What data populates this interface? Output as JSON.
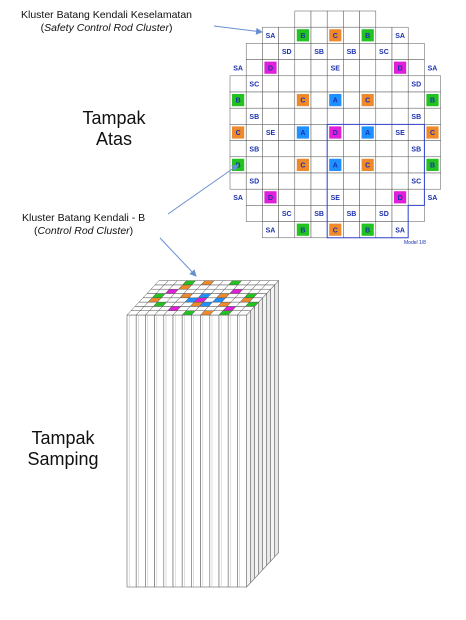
{
  "labels": {
    "safety_cluster_title": "Kluster Batang Kendali Keselamatan",
    "safety_cluster_subtitle": "Safety Control Rod Cluster",
    "control_cluster_title": "Kluster Batang Kendali - B",
    "control_cluster_subtitle": "Control Rod Cluster",
    "top_view_line1": "Tampak",
    "top_view_line2": "Atas",
    "side_view_line1": "Tampak",
    "side_view_line2": "Samping",
    "model_note": "Model 1/8"
  },
  "colors": {
    "A": "#1e90ff",
    "B": "#22c21f",
    "C": "#ef8a2c",
    "D": "#e020d8",
    "code_text": "#1a2fae",
    "grid_line": "#555555",
    "model_box": "#3344cc",
    "arrow": "#6a8fd0"
  },
  "core_map": {
    "row_widths": [
      5,
      9,
      11,
      11,
      13,
      13,
      13,
      13,
      13,
      13,
      13,
      11,
      11,
      9
    ],
    "cells": [
      {
        "r": 0,
        "c": 3,
        "code": "SA"
      },
      {
        "r": 0,
        "c": 5,
        "code": "B",
        "fill": "B"
      },
      {
        "r": 0,
        "c": 7,
        "code": "C",
        "fill": "C"
      },
      {
        "r": 0,
        "c": 9,
        "code": "B",
        "fill": "B"
      },
      {
        "r": 0,
        "c": 11,
        "code": "SA"
      },
      {
        "r": 1,
        "c": 4,
        "code": "SD"
      },
      {
        "r": 1,
        "c": 6,
        "code": "SB"
      },
      {
        "r": 1,
        "c": 8,
        "code": "SB"
      },
      {
        "r": 1,
        "c": 10,
        "code": "SC"
      },
      {
        "r": 2,
        "c": 1,
        "code": "SA"
      },
      {
        "r": 2,
        "c": 3,
        "code": "D",
        "fill": "D"
      },
      {
        "r": 2,
        "c": 7,
        "code": "SE"
      },
      {
        "r": 2,
        "c": 11,
        "code": "D",
        "fill": "D"
      },
      {
        "r": 2,
        "c": 13,
        "code": "SA"
      },
      {
        "r": 3,
        "c": 2,
        "code": "SC"
      },
      {
        "r": 3,
        "c": 12,
        "code": "SD"
      },
      {
        "r": 4,
        "c": 1,
        "code": "B",
        "fill": "B"
      },
      {
        "r": 4,
        "c": 5,
        "code": "C",
        "fill": "C"
      },
      {
        "r": 4,
        "c": 7,
        "code": "A",
        "fill": "A"
      },
      {
        "r": 4,
        "c": 9,
        "code": "C",
        "fill": "C"
      },
      {
        "r": 4,
        "c": 13,
        "code": "B",
        "fill": "B"
      },
      {
        "r": 5,
        "c": 2,
        "code": "SB"
      },
      {
        "r": 5,
        "c": 12,
        "code": "SB"
      },
      {
        "r": 6,
        "c": 1,
        "code": "C",
        "fill": "C"
      },
      {
        "r": 6,
        "c": 3,
        "code": "SE"
      },
      {
        "r": 6,
        "c": 5,
        "code": "A",
        "fill": "A"
      },
      {
        "r": 6,
        "c": 7,
        "code": "D",
        "fill": "D"
      },
      {
        "r": 6,
        "c": 9,
        "code": "A",
        "fill": "A"
      },
      {
        "r": 6,
        "c": 11,
        "code": "SE"
      },
      {
        "r": 6,
        "c": 13,
        "code": "C",
        "fill": "C"
      },
      {
        "r": 7,
        "c": 2,
        "code": "SB"
      },
      {
        "r": 7,
        "c": 12,
        "code": "SB"
      },
      {
        "r": 8,
        "c": 1,
        "code": "B",
        "fill": "B"
      },
      {
        "r": 8,
        "c": 5,
        "code": "C",
        "fill": "C"
      },
      {
        "r": 8,
        "c": 7,
        "code": "A",
        "fill": "A"
      },
      {
        "r": 8,
        "c": 9,
        "code": "C",
        "fill": "C"
      },
      {
        "r": 8,
        "c": 13,
        "code": "B",
        "fill": "B"
      },
      {
        "r": 9,
        "c": 2,
        "code": "SD"
      },
      {
        "r": 9,
        "c": 12,
        "code": "SC"
      },
      {
        "r": 10,
        "c": 1,
        "code": "SA"
      },
      {
        "r": 10,
        "c": 3,
        "code": "D",
        "fill": "D"
      },
      {
        "r": 10,
        "c": 7,
        "code": "SE"
      },
      {
        "r": 10,
        "c": 11,
        "code": "D",
        "fill": "D"
      },
      {
        "r": 10,
        "c": 13,
        "code": "SA"
      },
      {
        "r": 11,
        "c": 4,
        "code": "SC"
      },
      {
        "r": 11,
        "c": 6,
        "code": "SB"
      },
      {
        "r": 11,
        "c": 8,
        "code": "SB"
      },
      {
        "r": 11,
        "c": 10,
        "code": "SD"
      },
      {
        "r": 12,
        "c": 3,
        "code": "SA"
      },
      {
        "r": 12,
        "c": 5,
        "code": "B",
        "fill": "B"
      },
      {
        "r": 12,
        "c": 7,
        "code": "C",
        "fill": "C"
      },
      {
        "r": 12,
        "c": 9,
        "code": "B",
        "fill": "B"
      },
      {
        "r": 12,
        "c": 11,
        "code": "SA"
      }
    ]
  },
  "core_3d": {
    "rows": 8,
    "cols": 13,
    "colored_cells": [
      {
        "r": 0,
        "c": 6,
        "fill": "B"
      },
      {
        "r": 0,
        "c": 8,
        "fill": "C"
      },
      {
        "r": 0,
        "c": 10,
        "fill": "B"
      },
      {
        "r": 1,
        "c": 4,
        "fill": "D"
      },
      {
        "r": 1,
        "c": 10,
        "fill": "D"
      },
      {
        "r": 2,
        "c": 2,
        "fill": "B"
      },
      {
        "r": 2,
        "c": 6,
        "fill": "C"
      },
      {
        "r": 2,
        "c": 7,
        "fill": "A"
      },
      {
        "r": 2,
        "c": 9,
        "fill": "C"
      },
      {
        "r": 2,
        "c": 12,
        "fill": "B"
      },
      {
        "r": 3,
        "c": 1,
        "fill": "C"
      },
      {
        "r": 3,
        "c": 5,
        "fill": "A"
      },
      {
        "r": 3,
        "c": 6,
        "fill": "D"
      },
      {
        "r": 3,
        "c": 8,
        "fill": "A"
      },
      {
        "r": 3,
        "c": 11,
        "fill": "C"
      },
      {
        "r": 4,
        "c": 1,
        "fill": "B"
      },
      {
        "r": 4,
        "c": 4,
        "fill": "C"
      },
      {
        "r": 4,
        "c": 6,
        "fill": "A"
      },
      {
        "r": 4,
        "c": 8,
        "fill": "C"
      },
      {
        "r": 4,
        "c": 11,
        "fill": "B"
      },
      {
        "r": 5,
        "c": 2,
        "fill": "D"
      },
      {
        "r": 5,
        "c": 9,
        "fill": "D"
      },
      {
        "r": 6,
        "c": 3,
        "fill": "C"
      },
      {
        "r": 7,
        "c": 3,
        "fill": "B"
      },
      {
        "r": 7,
        "c": 5,
        "fill": "C"
      },
      {
        "r": 7,
        "c": 8,
        "fill": "B"
      }
    ]
  }
}
